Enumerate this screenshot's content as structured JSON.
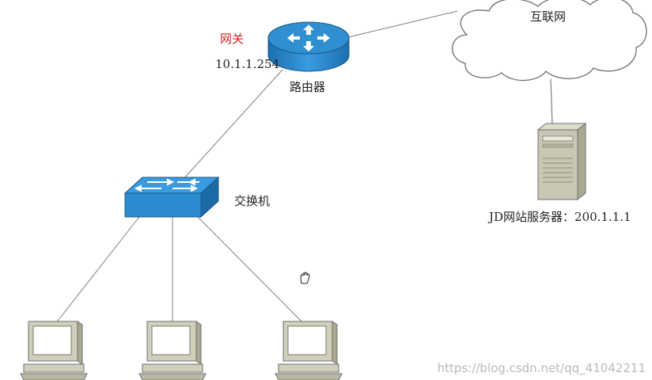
{
  "labels": {
    "gateway": "网关",
    "gateway_ip": "10.1.1.254",
    "router": "路由器",
    "internet": "互联网",
    "switch": "交换机",
    "server": "JD网站服务器：200.1.1.1"
  },
  "watermark": "https://blog.csdn.net/qq_41042211",
  "colors": {
    "router_top": "#2f8fd0",
    "switch": "#2b8cd1",
    "server": "#c7c7b3",
    "line": "#7d7d7d"
  }
}
